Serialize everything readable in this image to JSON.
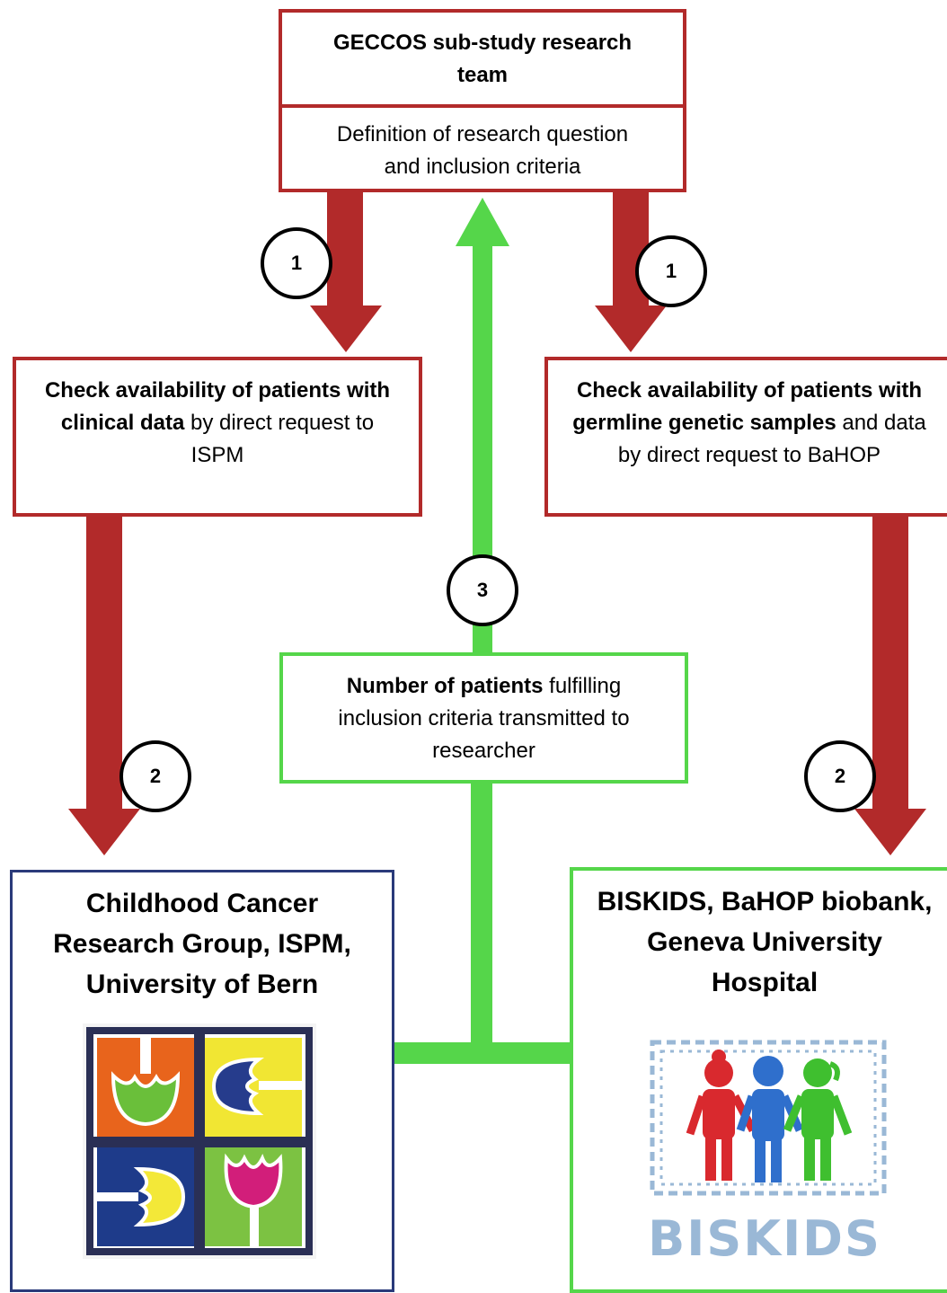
{
  "colors": {
    "red": "#b22a2a",
    "green": "#55d64a",
    "navy": "#2a3a7a",
    "logo_blue": "#9ab8d6"
  },
  "top_box": {
    "title": "GECCOS sub-study research team",
    "subtitle": "Definition of research question and inclusion criteria"
  },
  "left_check": {
    "bold": "Check availability of patients with clinical data",
    "rest": " by direct request to ISPM"
  },
  "right_check": {
    "bold": "Check availability of patients with germline genetic samples",
    "rest": " and data by direct request to BaHOP"
  },
  "center_box": {
    "bold": "Number of patients",
    "rest": " fulfilling inclusion criteria transmitted to researcher"
  },
  "steps": {
    "step1": "1",
    "step2": "2",
    "step3": "3"
  },
  "left_org": {
    "name": "Childhood Cancer Research Group, ISPM, University of Bern",
    "logo_icon": "tulip-quadrant-logo"
  },
  "right_org": {
    "name": "BISKIDS, BaHOP biobank, Geneva University Hospital",
    "logo_text": "BISKIDS",
    "logo_icon": "dna-children-logo"
  }
}
